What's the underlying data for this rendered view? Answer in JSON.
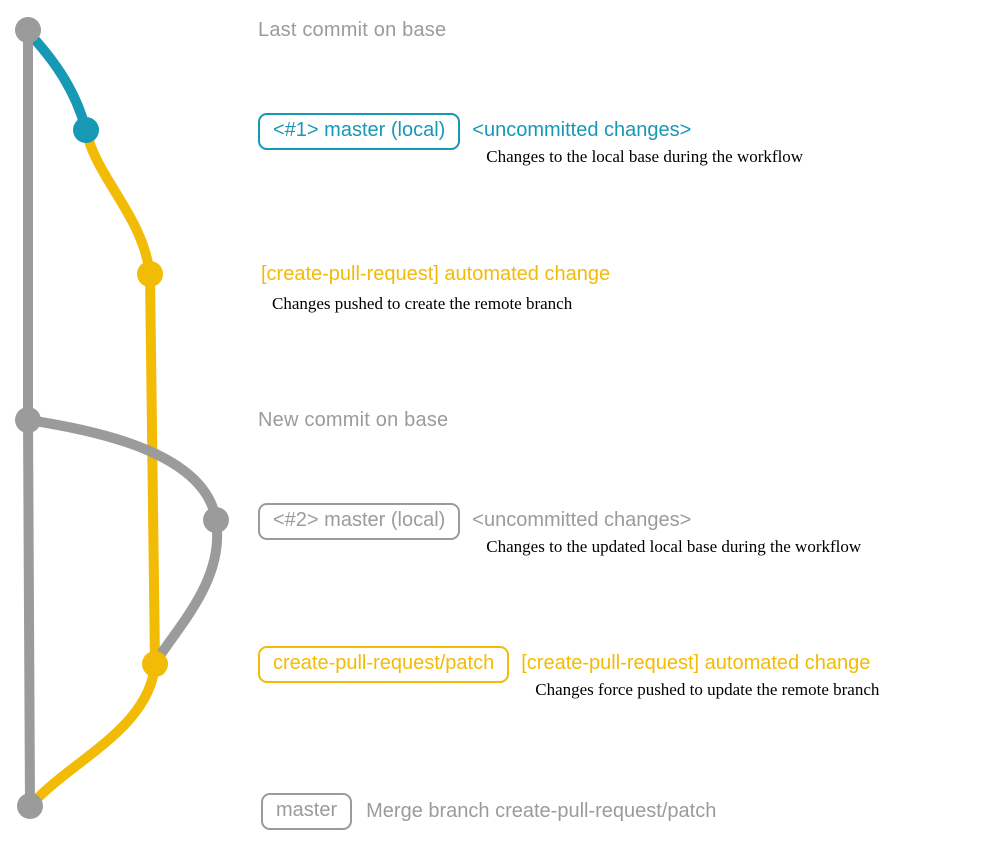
{
  "colors": {
    "gray": "#9b9b9b",
    "teal": "#1799b5",
    "yellow": "#f2bb05",
    "ink": "#000000"
  },
  "annotations": {
    "last_commit": {
      "label": "Last commit on base"
    },
    "commit_1": {
      "badge": "<#1> master (local)",
      "tag": "<uncommitted changes>",
      "desc": "Changes to the local base during the workflow"
    },
    "commit_2": {
      "label": "[create-pull-request] automated change",
      "desc": "Changes pushed to create the remote branch"
    },
    "new_commit": {
      "label": "New commit on base"
    },
    "commit_3": {
      "badge": "<#2> master (local)",
      "tag": "<uncommitted changes>",
      "desc": "Changes to the updated local base during the workflow"
    },
    "commit_4": {
      "badge": "create-pull-request/patch",
      "label": "[create-pull-request] automated change",
      "desc": "Changes force pushed to update the remote branch"
    },
    "merge_commit": {
      "badge": "master",
      "label": "Merge branch create-pull-request/patch"
    }
  }
}
